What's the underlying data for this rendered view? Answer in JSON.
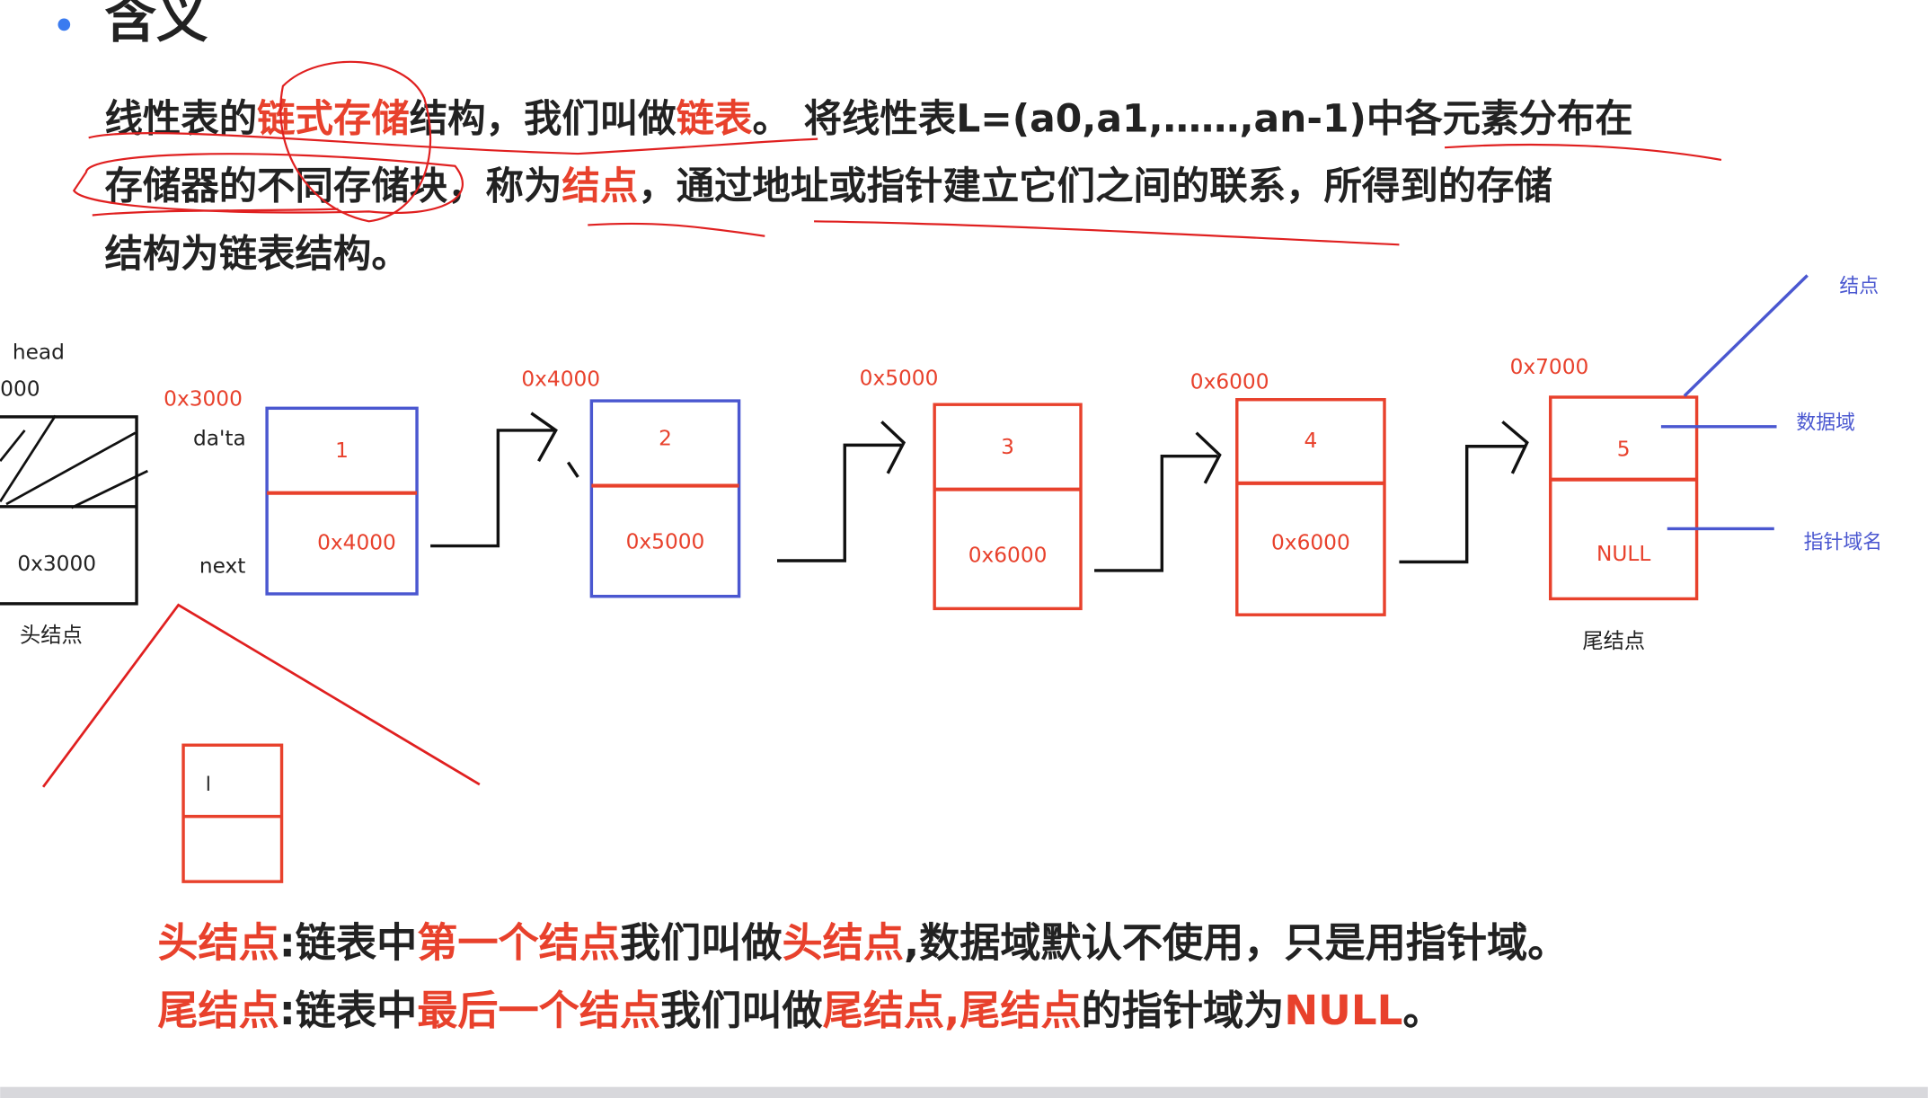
{
  "title": "含义",
  "paragraph": {
    "l1a": "线性表的",
    "l1b": "链式存储",
    "l1c": "结构，我们叫做",
    "l1d": "链表",
    "l1e": "。 将线性表L=(a0,a1,……,an-1)中各元素分布在",
    "l2a": "存储器的不同存储块，称为",
    "l2b": "结点",
    "l2c": "，通过地址或指针建立它们之间的联系，所得到的存储",
    "l3": "结构为链表结构。"
  },
  "diagram": {
    "head_label": "head",
    "head_addr_partial": "000",
    "head_value": "0x3000",
    "head_caption": "头结点",
    "data_label": "da'ta",
    "next_label": "next",
    "nodes": [
      {
        "addr": "0x3000",
        "data": "1",
        "next": "0x4000"
      },
      {
        "addr": "0x4000",
        "data": "2",
        "next": "0x5000"
      },
      {
        "addr": "0x5000",
        "data": "3",
        "next": "0x6000"
      },
      {
        "addr": "0x6000",
        "data": "4",
        "next": "0x6000"
      },
      {
        "addr": "0x7000",
        "data": "5",
        "next": "NULL"
      }
    ],
    "tail_caption": "尾结点",
    "annot_node": "结点",
    "annot_data": "数据域",
    "annot_ptr": "指针域名"
  },
  "notes": {
    "head": {
      "a": "头结点",
      "b": ":链表中",
      "c": "第一个结点",
      "d": "我们叫做",
      "e": "头结点",
      "f": ",数据域默认不使用，只是用指针域。"
    },
    "tail": {
      "a": "尾结点",
      "b": ":链表中",
      "c": "最后一个结点",
      "d": "我们叫做",
      "e": "尾结点,尾结点",
      "f": "的指针域为",
      "g": "NULL",
      "h": "。"
    }
  },
  "colors": {
    "accent_red": "#e8412c",
    "annot_blue": "#4a57d0",
    "bullet_blue": "#3a7bf0"
  }
}
